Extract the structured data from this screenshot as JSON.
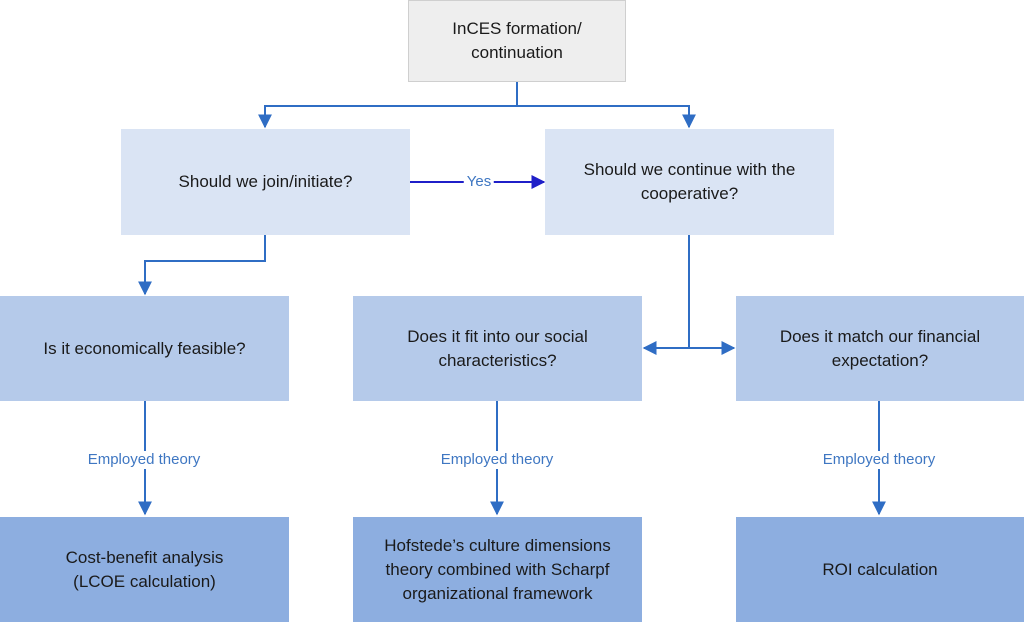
{
  "nodes": {
    "root": "InCES formation/\ncontinuation",
    "join": "Should we join/initiate?",
    "continue": "Should we continue with the\ncooperative?",
    "economic": "Is it economically feasible?",
    "social": "Does it fit into our social\ncharacteristics?",
    "financial": "Does it match our financial\nexpectation?",
    "cost_benefit": "Cost-benefit analysis\n(LCOE calculation)",
    "hofstede": "Hofstede’s culture dimensions\ntheory combined with Scharpf\norganizational framework",
    "roi": "ROI calculation"
  },
  "edge_labels": {
    "yes": "Yes",
    "employed_theory_1": "Employed theory",
    "employed_theory_2": "Employed theory",
    "employed_theory_3": "Employed theory"
  },
  "colors": {
    "connector": "#2f6dc4",
    "yes_arrow": "#1f1fc8",
    "label_text": "#3f77c2"
  }
}
